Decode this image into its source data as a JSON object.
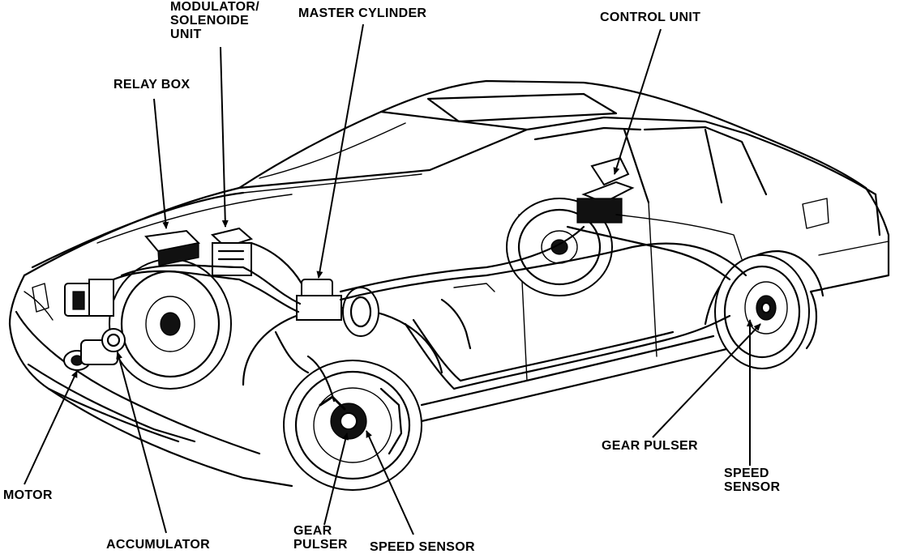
{
  "labels": {
    "modulator": [
      "MODULATOR/",
      "SOLENOIDE",
      "UNIT"
    ],
    "master_cylinder": "MASTER CYLINDER",
    "control_unit": "CONTROL UNIT",
    "relay_box": "RELAY BOX",
    "motor": "MOTOR",
    "accumulator": "ACCUMULATOR",
    "gear_pulser_front": [
      "GEAR",
      "PULSER"
    ],
    "speed_sensor_front": "SPEED SENSOR",
    "gear_pulser_rear": "GEAR PULSER",
    "speed_sensor_rear": [
      "SPEED",
      "SENSOR"
    ]
  }
}
